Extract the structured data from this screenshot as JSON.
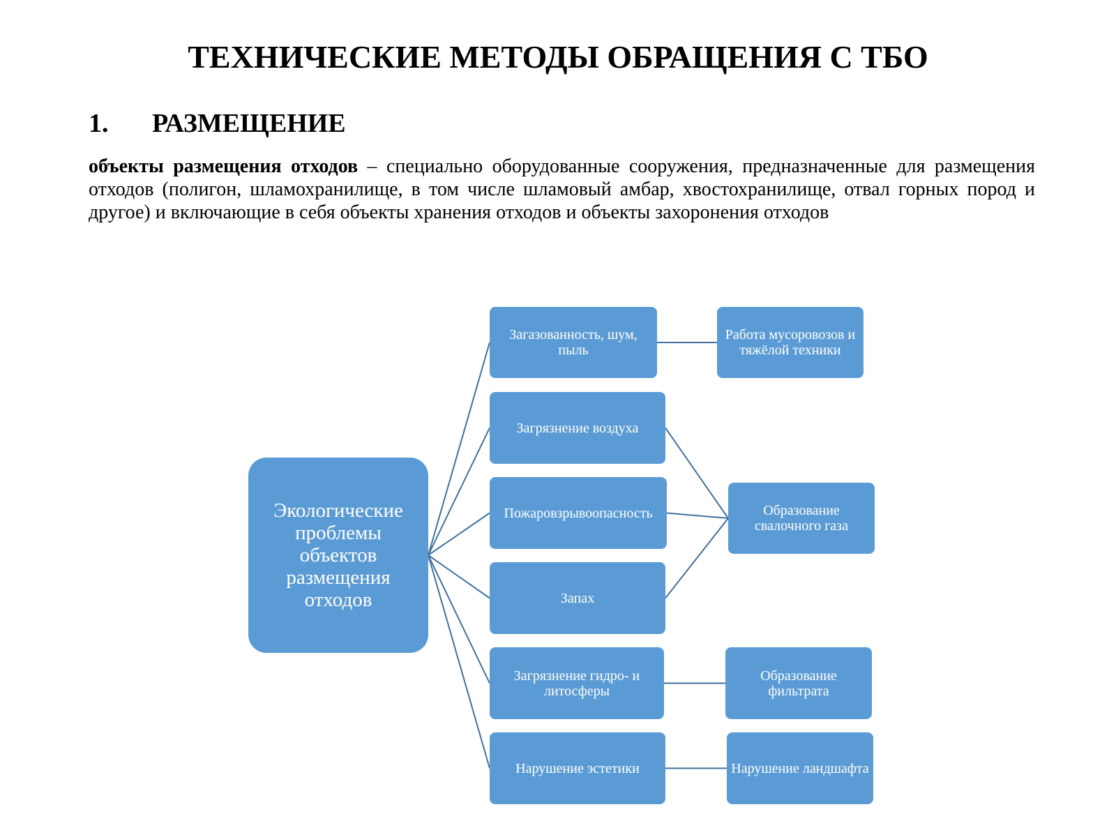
{
  "page": {
    "title": "ТЕХНИЧЕСКИЕ МЕТОДЫ ОБРАЩЕНИЯ С ТБО",
    "section": {
      "number": "1.",
      "heading": "РАЗМЕЩЕНИЕ"
    },
    "definition": {
      "term": "объекты размещения отходов",
      "text": " – специально оборудованные сооружения, предназначенные для размещения отходов (полигон, шламохранилище, в том числе шламовый амбар, хвостохранилище, отвал горных пород и другое) и включающие в себя объекты хранения отходов и объекты захоронения отходов"
    }
  },
  "diagram": {
    "colors": {
      "node_fill": "#5b9bd5",
      "node_text": "#ffffff",
      "connector": "#41719c"
    },
    "root": {
      "id": "root",
      "label": "Экологические проблемы объектов размещения отходов"
    },
    "problems": [
      {
        "id": "p1",
        "label": "Загазованность, шум, пыль"
      },
      {
        "id": "p2",
        "label": "Загрязнение воздуха"
      },
      {
        "id": "p3",
        "label": "Пожаровзрывоопасность"
      },
      {
        "id": "p4",
        "label": "Запах"
      },
      {
        "id": "p5",
        "label": "Загрязнение гидро- и литосферы"
      },
      {
        "id": "p6",
        "label": "Нарушение эстетики"
      }
    ],
    "causes": [
      {
        "id": "c1",
        "label": "Работа мусоровозов и тяжёлой техники"
      },
      {
        "id": "c2",
        "label": "Образование свалочного газа"
      },
      {
        "id": "c3",
        "label": "Образование фильтрата"
      },
      {
        "id": "c4",
        "label": "Нарушение ландшафта"
      }
    ],
    "edges": [
      [
        "root",
        "p1"
      ],
      [
        "root",
        "p2"
      ],
      [
        "root",
        "p3"
      ],
      [
        "root",
        "p4"
      ],
      [
        "root",
        "p5"
      ],
      [
        "root",
        "p6"
      ],
      [
        "p1",
        "c1"
      ],
      [
        "p2",
        "c2"
      ],
      [
        "p3",
        "c2"
      ],
      [
        "p4",
        "c2"
      ],
      [
        "p5",
        "c3"
      ],
      [
        "p6",
        "c4"
      ]
    ]
  }
}
